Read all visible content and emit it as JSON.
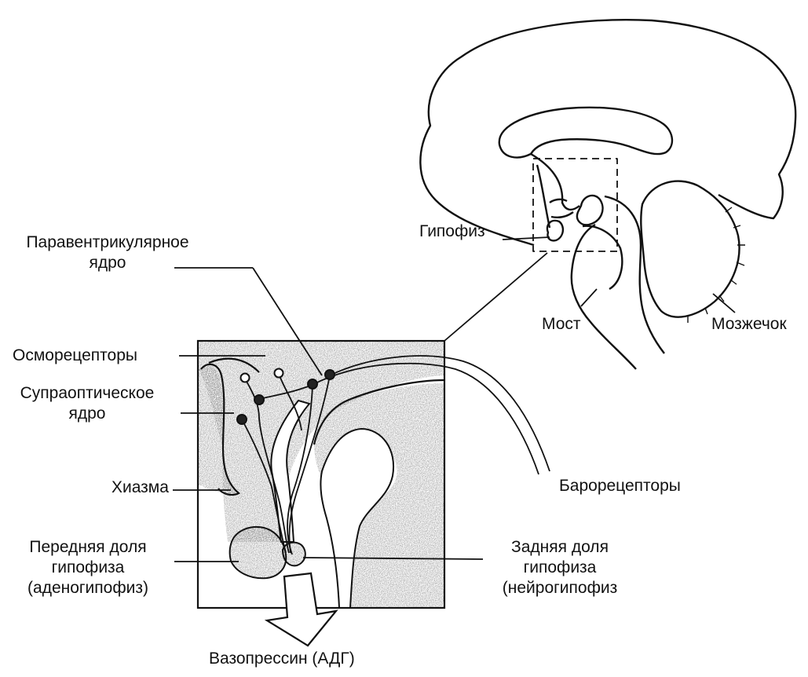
{
  "labels": {
    "paraventricular": [
      "Паравентрикулярное",
      "ядро"
    ],
    "osmoreceptors": "Осморецепторы",
    "supraoptic": [
      "Супраоптическое",
      "ядро"
    ],
    "chiasm": "Хиазма",
    "anterior_lobe": [
      "Передняя доля",
      "гипофиза",
      "(аденогипофиз)"
    ],
    "posterior_lobe": [
      "Задняя доля",
      "гипофиза",
      "(нейрогипофиз"
    ],
    "vasopressin": "Вазопрессин (АДГ)",
    "baroreceptors": "Барорецепторы",
    "pituitary": "Гипофиз",
    "pons": "Мост",
    "cerebellum": "Мозжечок"
  },
  "colors": {
    "ink": "#111111",
    "stipple_dark": "#5c5c5c",
    "stipple_light": "#b4b4b4",
    "background": "#ffffff"
  }
}
